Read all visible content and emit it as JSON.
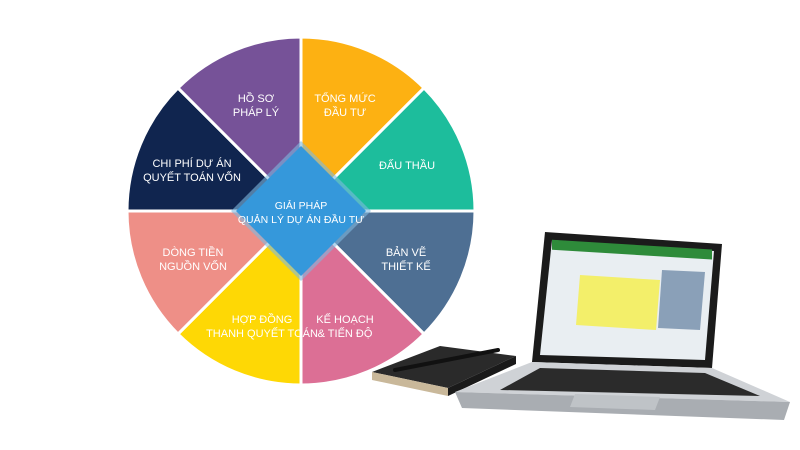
{
  "center": {
    "line1": "GIẢI PHÁP",
    "line2": "QUẢN LÝ DỰ ÁN ĐẦU TƯ",
    "color": "#3598db"
  },
  "segments": [
    {
      "label": "TỔNG MỨC\nĐẦU TƯ",
      "color": "#fdb112"
    },
    {
      "label": "ĐẤU THẦU",
      "color": "#1dbd9c"
    },
    {
      "label": "BẢN VẼ\nTHIẾT KẾ",
      "color": "#4e6f93"
    },
    {
      "label": "KẾ HOẠCH\n& TIẾN ĐỘ",
      "color": "#dc6f95"
    },
    {
      "label": "HỢP ĐỒNG\nTHANH QUYẾT TOÁN",
      "color": "#fed805"
    },
    {
      "label": "DÒNG TIỀN\nNGUỒN VỐN",
      "color": "#ee8f87"
    },
    {
      "label": "CHI PHÍ DỰ ÁN\nQUYẾT TOÁN VỐN",
      "color": "#10254f"
    },
    {
      "label": "HỒ SƠ\nPHÁP LÝ",
      "color": "#765298"
    }
  ]
}
